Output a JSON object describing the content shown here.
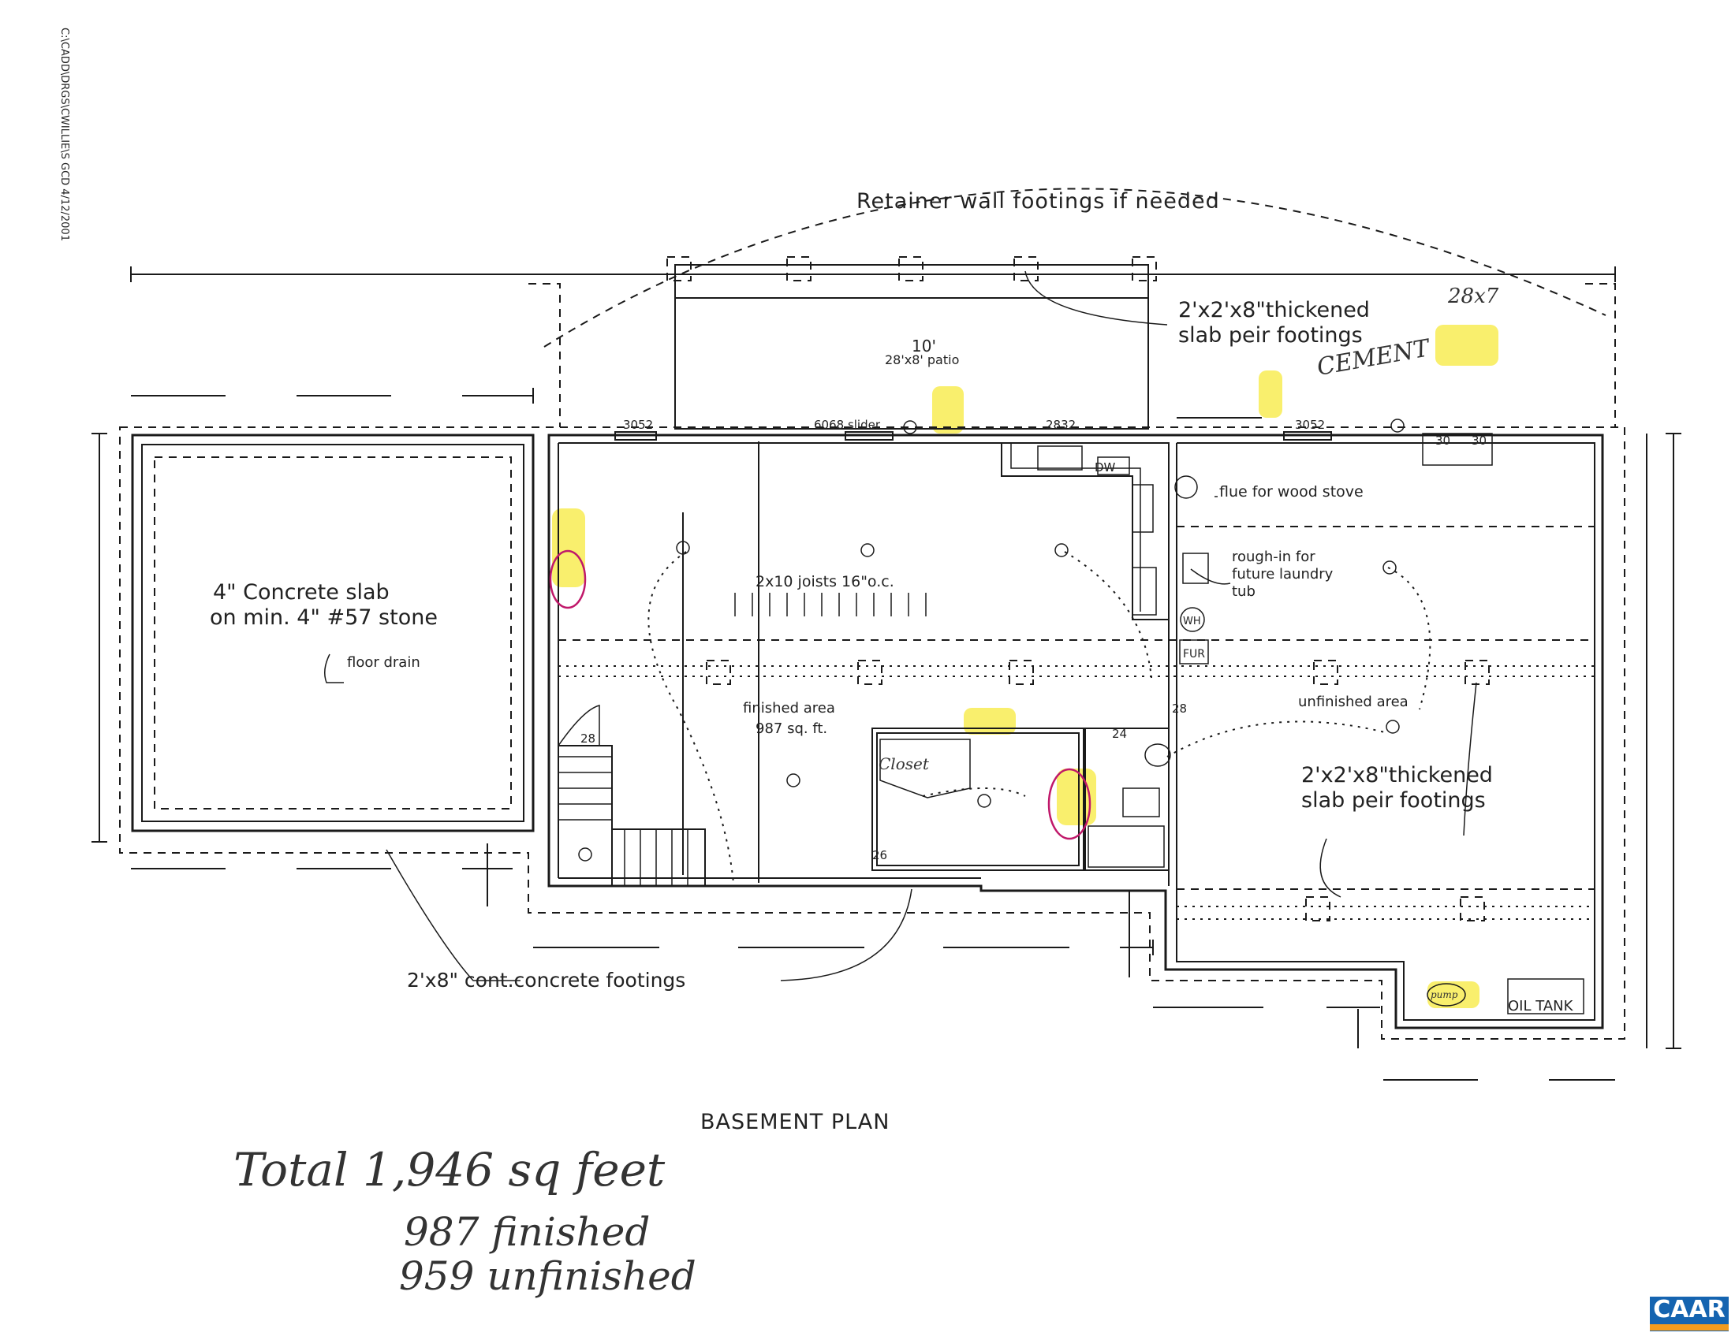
{
  "side_stamp": "C:\\CADD\\DRGS\\CWILLIE\\S GCD 4/12/2001",
  "labels": {
    "retainer": "Retainer wall footings if needed",
    "slab_footings_top_1": "2'x2'x8\"thickened",
    "slab_footings_top_2": "slab peir footings",
    "patio_dim": "10'",
    "patio": "28'x8' patio",
    "win_left": "3052",
    "slider": "6068 slider",
    "door_mid": "2832",
    "win_right": "3052",
    "dw": "DW",
    "flue": "flue for wood stove",
    "laundry_1": "rough-in for",
    "laundry_2": "future laundry",
    "laundry_3": "tub",
    "wh": "WH",
    "fur": "FUR",
    "joists": "2x10 joists 16\"o.c.",
    "garage_1": "4\" Concrete slab",
    "garage_2": "on min. 4\" #57 stone",
    "floor_drain": "floor drain",
    "finished_1": "finished area",
    "finished_2": "987 sq. ft.",
    "unfinished": "unfinished area",
    "slab_footings_bot_1": "2'x2'x8\"thickened",
    "slab_footings_bot_2": "slab peir footings",
    "cont_footings": "2'x8\" cont.concrete footings",
    "oil_tank": "OIL TANK",
    "door_28a": "28",
    "door_28b": "28",
    "door_24": "24",
    "door_26": "26",
    "door_30a": "30",
    "door_30b": "30",
    "title": "BASEMENT PLAN"
  },
  "handwriting": {
    "cement": "CEMENT",
    "size": "28x7",
    "closet": "Closet",
    "pump": "pump",
    "total": "Total  1,946 sq feet",
    "finished": "987 finished",
    "unfinished": "959 unfinished"
  },
  "logo": "CAAR",
  "colors": {
    "highlight": "#f7ea3c",
    "ink": "#1a1a1a",
    "markup_red": "#c0186a",
    "logo_blue": "#1564b0",
    "logo_orange": "#f39b1e"
  }
}
